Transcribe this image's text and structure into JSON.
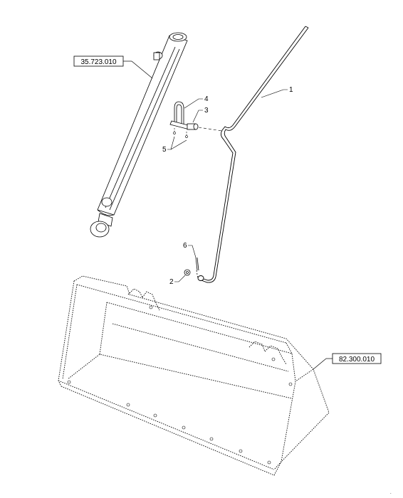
{
  "references": [
    {
      "id": "cylinder",
      "label": "35.723.010"
    },
    {
      "id": "bucket",
      "label": "82.300.010"
    }
  ],
  "callouts": [
    {
      "id": "1",
      "text": "1"
    },
    {
      "id": "2",
      "text": "2"
    },
    {
      "id": "3",
      "text": "3"
    },
    {
      "id": "4",
      "text": "4"
    },
    {
      "id": "5",
      "text": "5"
    },
    {
      "id": "6",
      "text": "6"
    }
  ]
}
